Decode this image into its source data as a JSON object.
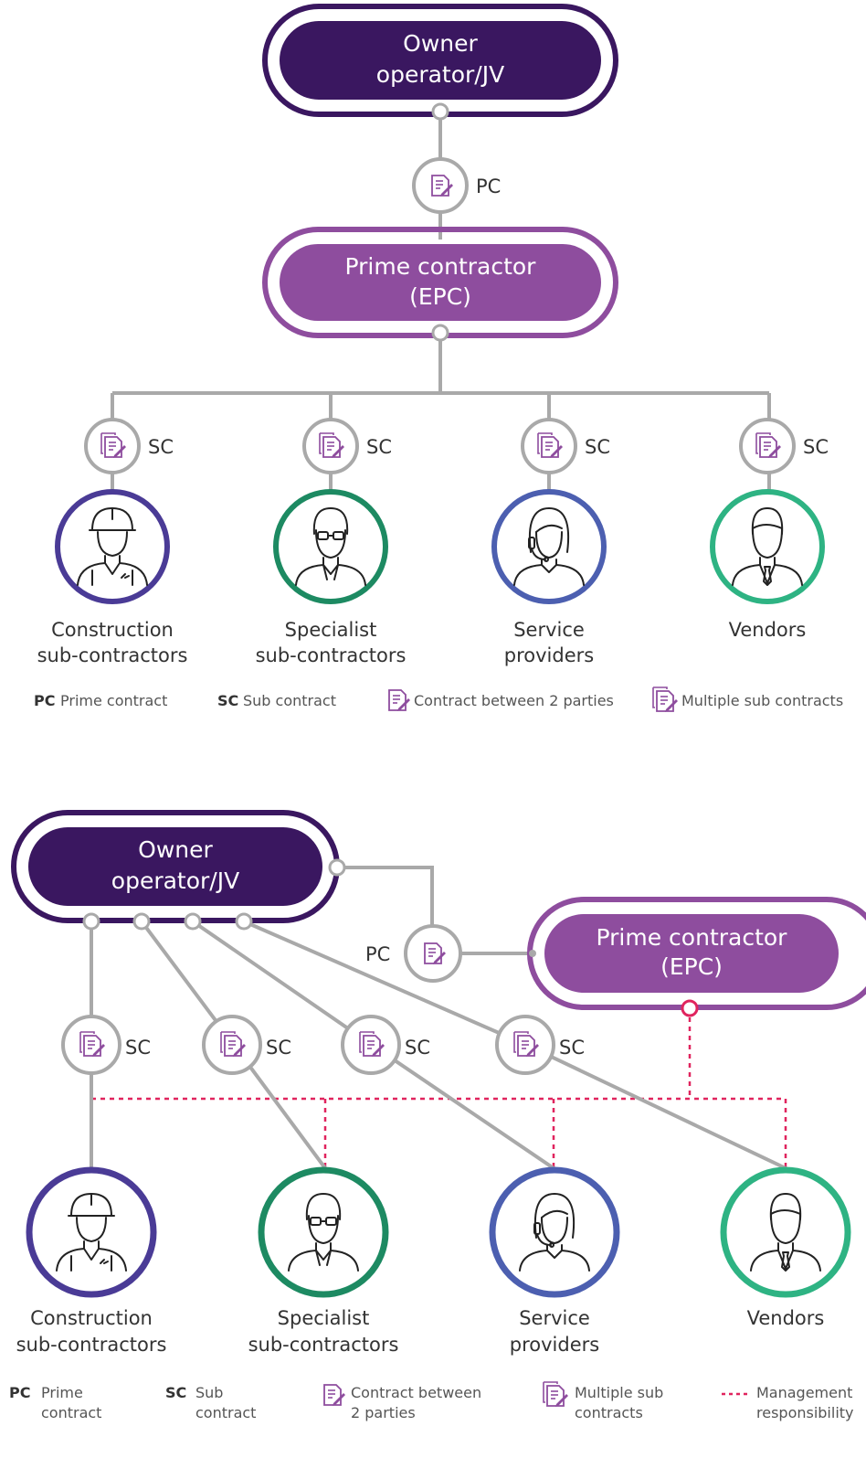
{
  "colors": {
    "owner": "#3a1760",
    "prime": "#8e4d9e",
    "line": "#a9a9a9",
    "construction": "#4a3b96",
    "specialist": "#1d8a62",
    "service": "#4c5fb0",
    "vendors": "#2eb383",
    "management": "#e0245e"
  },
  "diagram1": {
    "owner": [
      "Owner",
      "operator/JV"
    ],
    "pc_tag": "PC",
    "prime": [
      "Prime contractor",
      "(EPC)"
    ],
    "sc_tag": "SC",
    "groups": [
      {
        "name": [
          "Construction",
          "sub-contractors"
        ],
        "icon": "construction-worker-icon"
      },
      {
        "name": [
          "Specialist",
          "sub-contractors"
        ],
        "icon": "specialist-icon"
      },
      {
        "name": [
          "Service",
          "providers"
        ],
        "icon": "headset-operator-icon"
      },
      {
        "name": [
          "Vendors"
        ],
        "icon": "businessman-icon"
      }
    ],
    "legend": {
      "pc_abbr": "PC",
      "pc_text": "Prime contract",
      "sc_abbr": "SC",
      "sc_text": "Sub contract",
      "contract2": "Contract between 2 parties",
      "multi": "Multiple sub contracts"
    }
  },
  "diagram2": {
    "owner": [
      "Owner",
      "operator/JV"
    ],
    "pc_tag": "PC",
    "prime": [
      "Prime contractor",
      "(EPC)"
    ],
    "sc_tag": "SC",
    "groups": [
      {
        "name": [
          "Construction",
          "sub-contractors"
        ],
        "icon": "construction-worker-icon"
      },
      {
        "name": [
          "Specialist",
          "sub-contractors"
        ],
        "icon": "specialist-icon"
      },
      {
        "name": [
          "Service",
          "providers"
        ],
        "icon": "headset-operator-icon"
      },
      {
        "name": [
          "Vendors"
        ],
        "icon": "businessman-icon"
      }
    ],
    "legend": {
      "pc_abbr": "PC",
      "pc_text": [
        "Prime",
        "contract"
      ],
      "sc_abbr": "SC",
      "sc_text": [
        "Sub",
        "contract"
      ],
      "contract2": [
        "Contract between",
        "2 parties"
      ],
      "multi": [
        "Multiple sub",
        "contracts"
      ],
      "mgmt": [
        "Management",
        "responsibility"
      ]
    }
  }
}
